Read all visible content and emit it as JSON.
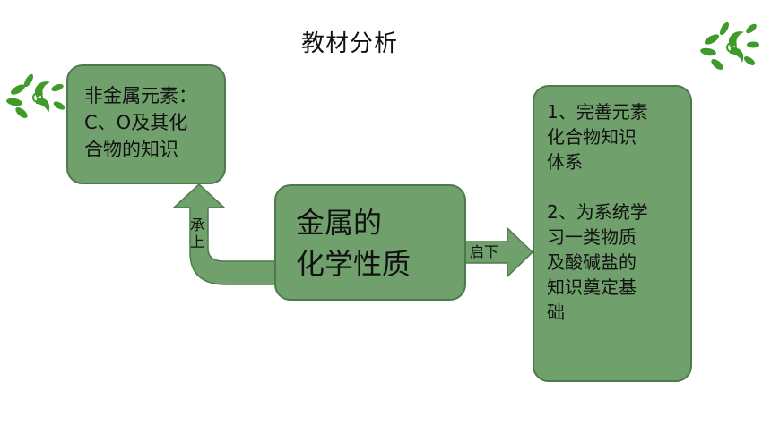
{
  "title": "教材分析",
  "left_box": {
    "lines": [
      "非金属元素：",
      "C、O及其化",
      "合物的知识"
    ]
  },
  "center_box": {
    "lines": [
      "金属的",
      "化学性质"
    ]
  },
  "right_box": {
    "item1": [
      "1、完善元素",
      "化合物知识",
      "体系"
    ],
    "item2": [
      "2、为系统学",
      "习一类物质",
      "及酸碱盐的",
      "知识奠定基",
      "础"
    ]
  },
  "arrow_up_label": [
    "承",
    "上"
  ],
  "arrow_right_label": "启下",
  "colors": {
    "box_fill": "#70a06c",
    "box_border": "#4d7a4a",
    "decoration": "#3f9a2c"
  },
  "decorations": [
    "leaf-ornament-icon",
    "leaf-ornament-icon"
  ]
}
